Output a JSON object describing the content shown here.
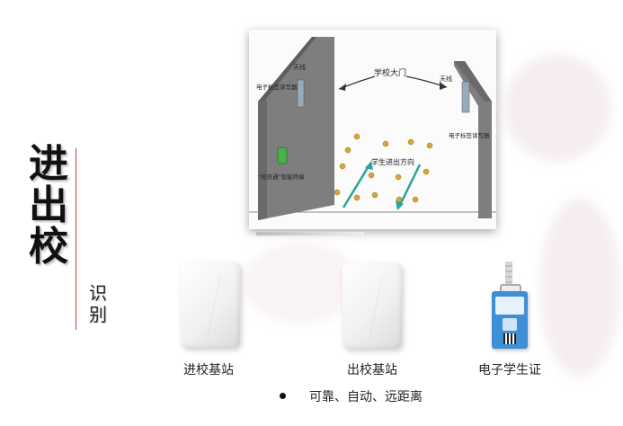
{
  "title": {
    "main_chars": [
      "进",
      "出",
      "校"
    ],
    "sub_chars": [
      "识",
      "别"
    ]
  },
  "diagram": {
    "gate_label": "学校大门",
    "antenna_left": "天线",
    "antenna_right": "天线",
    "reader_left": "电子标签读写器",
    "reader_right": "电子标签读写器",
    "terminal_label": "\"校讯通\"智能终端",
    "direction_label": "学生进出方向"
  },
  "devices": {
    "entry_label": "进校基站",
    "exit_label": "出校基站",
    "card_label": "电子学生证"
  },
  "bullet": {
    "text": "可靠、自动、远距离"
  },
  "colors": {
    "accent_red": "#c23b3b",
    "arrow_teal": "#2aa39a",
    "card_blue": "#3f8fd6"
  }
}
